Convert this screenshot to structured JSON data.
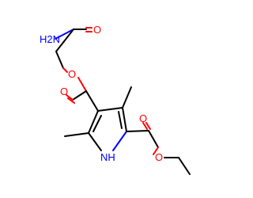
{
  "molecule": {
    "atoms": {
      "amide_n": "H2N",
      "amide_o": "O",
      "ester_o_link": "O",
      "ester_o_carbonyl": "O",
      "ring_nh": "NH",
      "ethyl_ester_o_carbonyl": "O",
      "ethyl_ester_o_link": "O"
    }
  },
  "colors": {
    "carbon_bond": "#000000",
    "oxygen": "#ff0000",
    "nitrogen": "#0000ff"
  }
}
